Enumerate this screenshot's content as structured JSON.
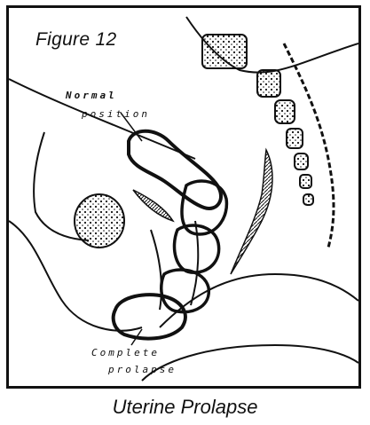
{
  "figure": {
    "label": "Figure 12",
    "caption": "Uterine Prolapse"
  },
  "annotations": {
    "normal_line1": "Normal",
    "normal_line2": "position",
    "complete_line1": "Complete",
    "complete_line2": "prolapse"
  },
  "colors": {
    "ink": "#111111",
    "background": "#ffffff"
  }
}
